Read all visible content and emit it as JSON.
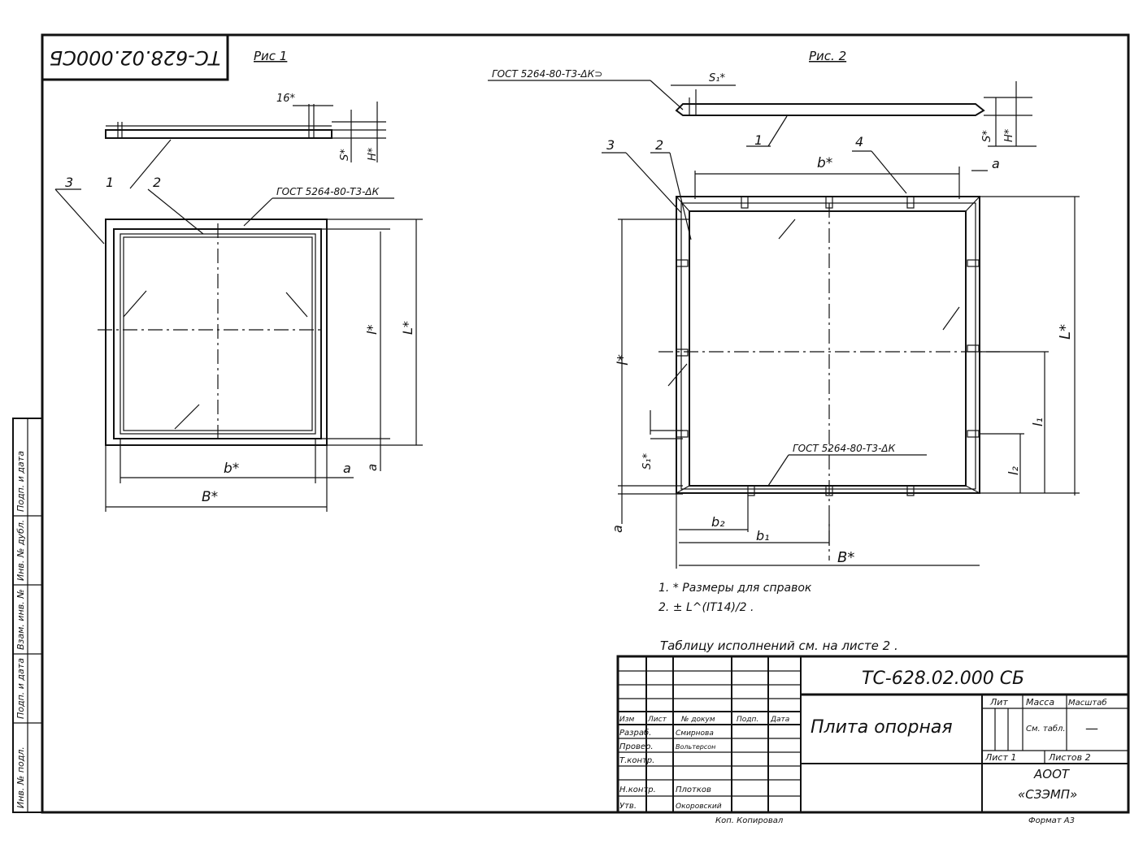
{
  "stamp_code": "ТС-628.02.000СБ",
  "fig1": {
    "title": "Рис 1",
    "dim_16": "16*",
    "dim_s": "S*",
    "dim_h": "H*",
    "weld": "ГОСТ 5264-80-Т3-ΔК",
    "pos_1": "1",
    "pos_2": "2",
    "pos_3": "3",
    "dim_l": "l*",
    "dim_L": "L*",
    "dim_a_side": "a",
    "dim_b": "b*",
    "dim_a": "a",
    "dim_B": "B*"
  },
  "fig2": {
    "title": "Рис. 2",
    "weld_top": "ГОСТ 5264-80-Т3-ΔК⊃",
    "dim_s1": "S₁*",
    "dim_s": "S*",
    "dim_h": "H*",
    "pos_1": "1",
    "pos_2": "2",
    "pos_3": "3",
    "pos_4": "4",
    "dim_b": "b*",
    "dim_a_top": "a",
    "dim_l": "l*",
    "dim_L": "L*",
    "dim_l1": "l₁",
    "dim_l2": "l₂",
    "dim_s1_left": "S₁*",
    "weld_bottom": "ГОСТ 5264-80-Т3-ΔК",
    "dim_a_left": "a",
    "dim_b2": "b₂",
    "dim_b1": "b₁",
    "dim_B": "B*"
  },
  "notes": {
    "note1": "1. * Размеры для справок",
    "note2": "2. ± L^(IT14)/2 ."
  },
  "table_ref": "Таблицу исполнений см. на листе 2 .",
  "side_strip": [
    "Инв. № подл.",
    "Подп. и дата",
    "Взам. инв. №",
    "Инв. № дубл.",
    "Подп. и дата"
  ],
  "title_block": {
    "designation": "ТС-628.02.000 СБ",
    "name": "Плита опорная",
    "col_izm": "Изм",
    "col_list": "Лист",
    "col_doc": "№ докум",
    "col_sign": "Подп.",
    "col_date": "Дата",
    "razrab": "Разраб.",
    "razrab_name": "Смирнова",
    "provér": "Провер.",
    "proverka_name": "Вольтерсон",
    "tkontr": "Т.контр.",
    "nkontr": "Н.контр.",
    "nkontr_name": "Плотков",
    "utv": "Утв.",
    "utv_name": "Окоровский",
    "lit": "Лит",
    "massa": "Масса",
    "masshtab": "Масштаб",
    "massa_val": "См. табл.",
    "masshtab_val": "—",
    "sheet_label": "Лист 1",
    "sheets_label": "Листов 2",
    "org_1": "АООТ",
    "org_2": "«СЗЭМП»",
    "copied": "Коп. Копировал",
    "format": "Формат А3"
  }
}
